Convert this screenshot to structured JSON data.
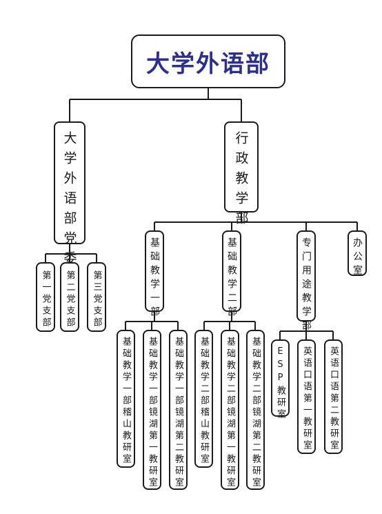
{
  "root": {
    "title": "大学外语部"
  },
  "party_committee": {
    "label": "大学外语部党委",
    "branches": [
      "第一党支部",
      "第二党支部",
      "第三党支部"
    ]
  },
  "admin": {
    "label": "行政教学部",
    "departments": [
      {
        "label": "基础教学一部",
        "rooms": [
          "基础教学一部稽山教研室",
          "基础教学一部镜湖第一教研室",
          "基础教学一部镜湖第二教研室"
        ]
      },
      {
        "label": "基础教学二部",
        "rooms": [
          "基础教学二部稽山教研室",
          "基础教学二部镜湖第一教研室",
          "基础教学二部镜湖第二教研室"
        ]
      },
      {
        "label": "专门用途教学部",
        "rooms": [
          "ESP教研室",
          "英语口语第一教研室",
          "英语口语第二教研室"
        ]
      },
      {
        "label": "办公室",
        "rooms": []
      }
    ]
  }
}
